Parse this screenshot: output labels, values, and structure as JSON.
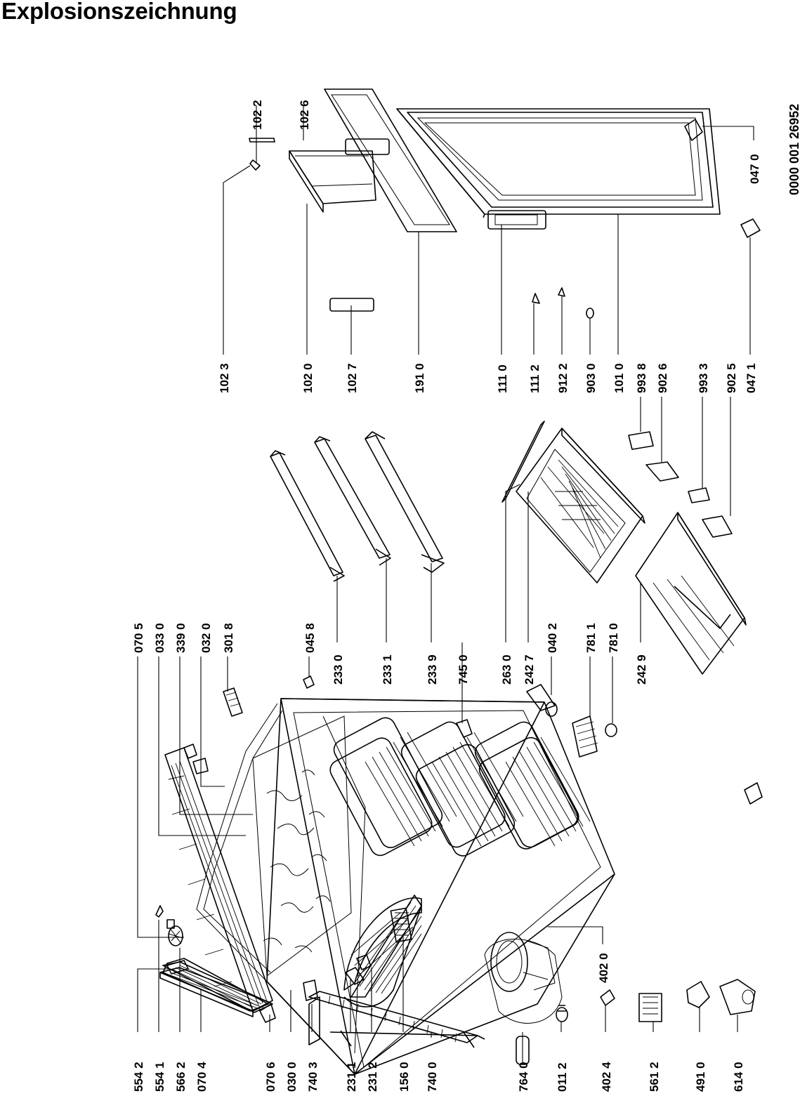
{
  "title": "Explosionszeichnung",
  "document_number": "0000 001 26952",
  "parts": [
    {
      "id": "554-2",
      "label": "554 2"
    },
    {
      "id": "554-1",
      "label": "554 1"
    },
    {
      "id": "566-2",
      "label": "566 2"
    },
    {
      "id": "070-4",
      "label": "070 4"
    },
    {
      "id": "070-6",
      "label": "070 6"
    },
    {
      "id": "030-0",
      "label": "030 0"
    },
    {
      "id": "740-3",
      "label": "740 3"
    },
    {
      "id": "231-1",
      "label": "231 1"
    },
    {
      "id": "231-2",
      "label": "231 2"
    },
    {
      "id": "156-0",
      "label": "156 0"
    },
    {
      "id": "740-0",
      "label": "740 0"
    },
    {
      "id": "764-0",
      "label": "764 0"
    },
    {
      "id": "011-2",
      "label": "011 2"
    },
    {
      "id": "402-4",
      "label": "402 4"
    },
    {
      "id": "561-2",
      "label": "561 2"
    },
    {
      "id": "491-0",
      "label": "491 0"
    },
    {
      "id": "614-0",
      "label": "614 0"
    },
    {
      "id": "402-0",
      "label": "402 0"
    },
    {
      "id": "070-5",
      "label": "070 5"
    },
    {
      "id": "033-0",
      "label": "033 0"
    },
    {
      "id": "339-0",
      "label": "339 0"
    },
    {
      "id": "032-0",
      "label": "032 0"
    },
    {
      "id": "301-8",
      "label": "301 8"
    },
    {
      "id": "045-8",
      "label": "045 8"
    },
    {
      "id": "233-0",
      "label": "233 0"
    },
    {
      "id": "233-1",
      "label": "233 1"
    },
    {
      "id": "233-9",
      "label": "233 9"
    },
    {
      "id": "745-0",
      "label": "745 0"
    },
    {
      "id": "263-0",
      "label": "263 0"
    },
    {
      "id": "242-7",
      "label": "242 7"
    },
    {
      "id": "040-2",
      "label": "040 2"
    },
    {
      "id": "781-1",
      "label": "781 1"
    },
    {
      "id": "781-0",
      "label": "781 0"
    },
    {
      "id": "242-9",
      "label": "242 9"
    },
    {
      "id": "102-3",
      "label": "102 3"
    },
    {
      "id": "102-0",
      "label": "102 0"
    },
    {
      "id": "102-7",
      "label": "102 7"
    },
    {
      "id": "191-0",
      "label": "191 0"
    },
    {
      "id": "111-0",
      "label": "111 0"
    },
    {
      "id": "111-2",
      "label": "111 2"
    },
    {
      "id": "912-2",
      "label": "912 2"
    },
    {
      "id": "903-0",
      "label": "903 0"
    },
    {
      "id": "101-0",
      "label": "101 0"
    },
    {
      "id": "993-8",
      "label": "993 8"
    },
    {
      "id": "902-6",
      "label": "902 6"
    },
    {
      "id": "993-3",
      "label": "993 3"
    },
    {
      "id": "902-5",
      "label": "902 5"
    },
    {
      "id": "047-1",
      "label": "047 1"
    },
    {
      "id": "102-2",
      "label": "102 2"
    },
    {
      "id": "102-6",
      "label": "102 6"
    },
    {
      "id": "047-0",
      "label": "047 0"
    }
  ]
}
